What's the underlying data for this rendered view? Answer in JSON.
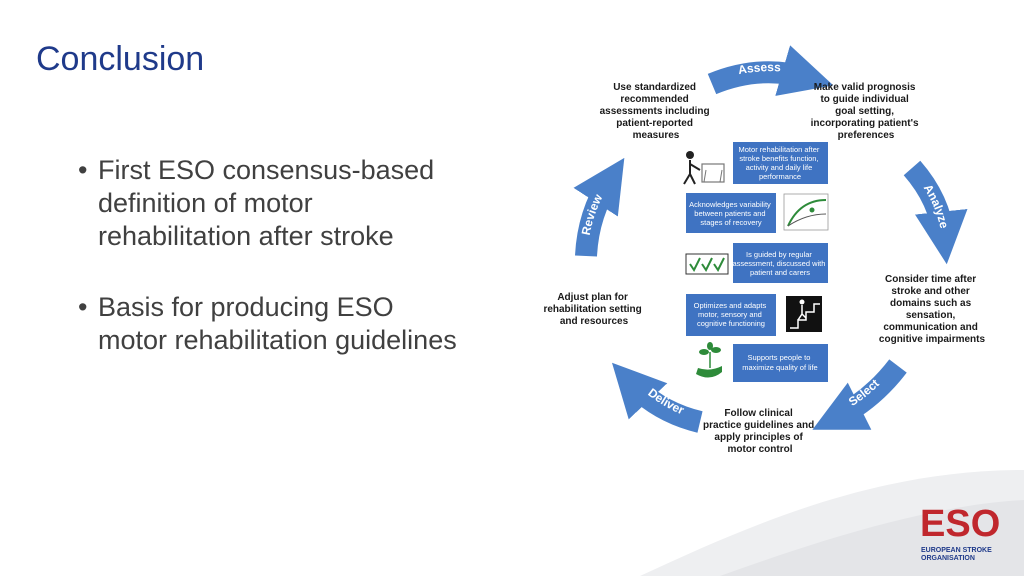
{
  "title": "Conclusion",
  "bullets": [
    {
      "line1": "First ESO consensus-based",
      "line2": "definition of motor",
      "line3": "rehabilitation after stroke"
    },
    {
      "line1": "Basis for producing ESO",
      "line2": "motor rehabilitation guidelines"
    }
  ],
  "colors": {
    "title": "#1f3a8a",
    "arrow": "#4a80c9",
    "box": "#3f73c2",
    "logo_red": "#c0272d",
    "logo_blue": "#1f3a8a"
  },
  "diagram": {
    "cycle_steps": {
      "assess": "Assess",
      "analyze": "Analyze",
      "select": "Select",
      "deliver": "Deliver",
      "review": "Review"
    },
    "step_texts": {
      "assess_left": [
        "Use standardized",
        "recommended",
        "assessments including",
        "patient-reported",
        "measures"
      ],
      "assess_right": [
        "Make valid prognosis",
        "to guide individual",
        "goal setting,",
        "incorporating patient's",
        "preferences"
      ],
      "analyze": [
        "Consider time after",
        "stroke and other",
        "domains such as",
        "sensation,",
        "communication and",
        "cognitive impairments"
      ],
      "select": [
        "Follow  clinical",
        "practice guidelines and",
        "apply principles of",
        "motor control"
      ],
      "review": [
        "Adjust plan for",
        "rehabilitation setting",
        "and resources"
      ]
    },
    "center_boxes": [
      {
        "lines": [
          "Motor rehabilitation after",
          "stroke benefits function,",
          "activity and daily life",
          "performance"
        ],
        "icon": "walking-with-walker-icon"
      },
      {
        "lines": [
          "Acknowledges variability",
          "between patients and",
          "stages of recovery"
        ],
        "icon": "recovery-curve-icon"
      },
      {
        "lines": [
          "Is guided by regular",
          "assessment, discussed with",
          "patient and carers"
        ],
        "icon": "checkmarks-icon"
      },
      {
        "lines": [
          "Optimizes and adapts",
          "motor, sensory and",
          "cognitive functioning"
        ],
        "icon": "climbing-stairs-icon"
      },
      {
        "lines": [
          "Supports people to",
          "maximize quality of life"
        ],
        "icon": "plant-in-hand-icon"
      }
    ]
  },
  "logo": {
    "text": "ESO",
    "line1": "EUROPEAN STROKE",
    "line2": "ORGANISATION"
  }
}
